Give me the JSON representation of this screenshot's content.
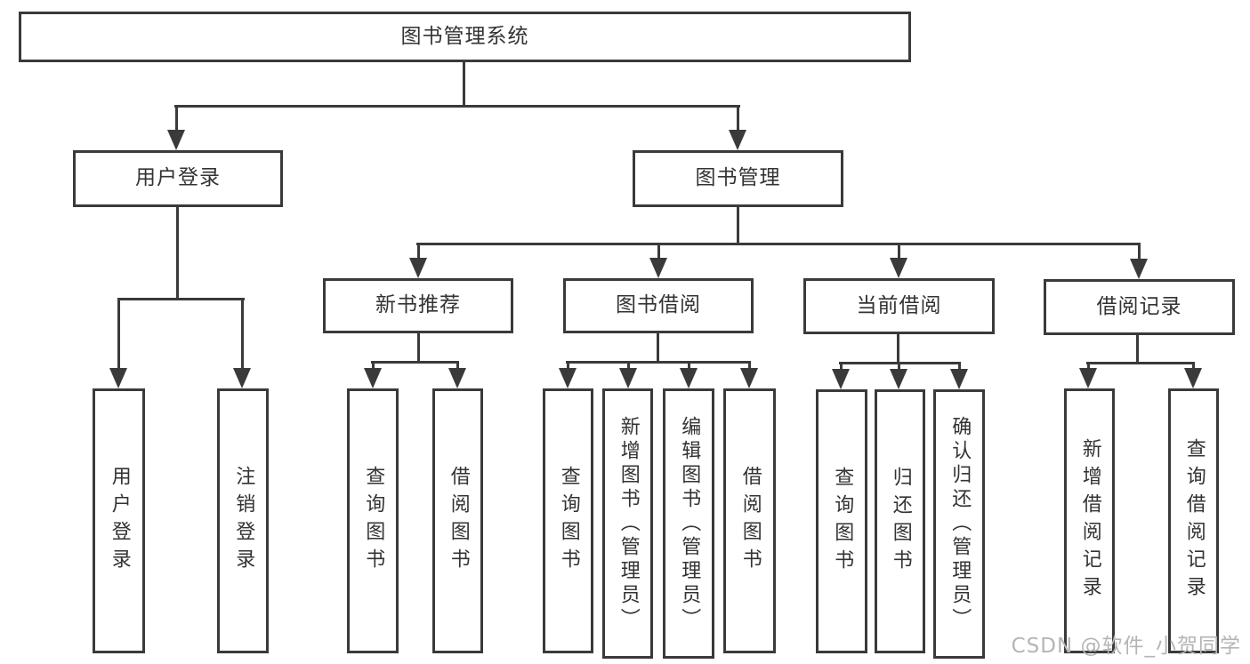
{
  "diagram": {
    "type": "hierarchy-tree",
    "title": "图书管理系统",
    "tree": {
      "label": "图书管理系统",
      "children": [
        {
          "label": "用户登录",
          "children": [
            {
              "label": "用户登录"
            },
            {
              "label": "注销登录"
            }
          ]
        },
        {
          "label": "图书管理",
          "children": [
            {
              "label": "新书推荐",
              "children": [
                {
                  "label": "查询图书"
                },
                {
                  "label": "借阅图书"
                }
              ]
            },
            {
              "label": "图书借阅",
              "children": [
                {
                  "label": "查询图书"
                },
                {
                  "label": "新增图书（管理员）"
                },
                {
                  "label": "编辑图书（管理员）"
                },
                {
                  "label": "借阅图书"
                }
              ]
            },
            {
              "label": "当前借阅",
              "children": [
                {
                  "label": "查询图书"
                },
                {
                  "label": "归还图书"
                },
                {
                  "label": "确认归还（管理员）"
                }
              ]
            },
            {
              "label": "借阅记录",
              "children": [
                {
                  "label": "新增借阅记录"
                },
                {
                  "label": "查询借阅记录"
                }
              ]
            }
          ]
        }
      ]
    }
  },
  "watermark": {
    "text": "CSDN @软件_小贺同学"
  },
  "colors": {
    "line": "#3a3a3a",
    "text": "#333333",
    "watermark": "#b5b5b5",
    "background": "#ffffff"
  }
}
